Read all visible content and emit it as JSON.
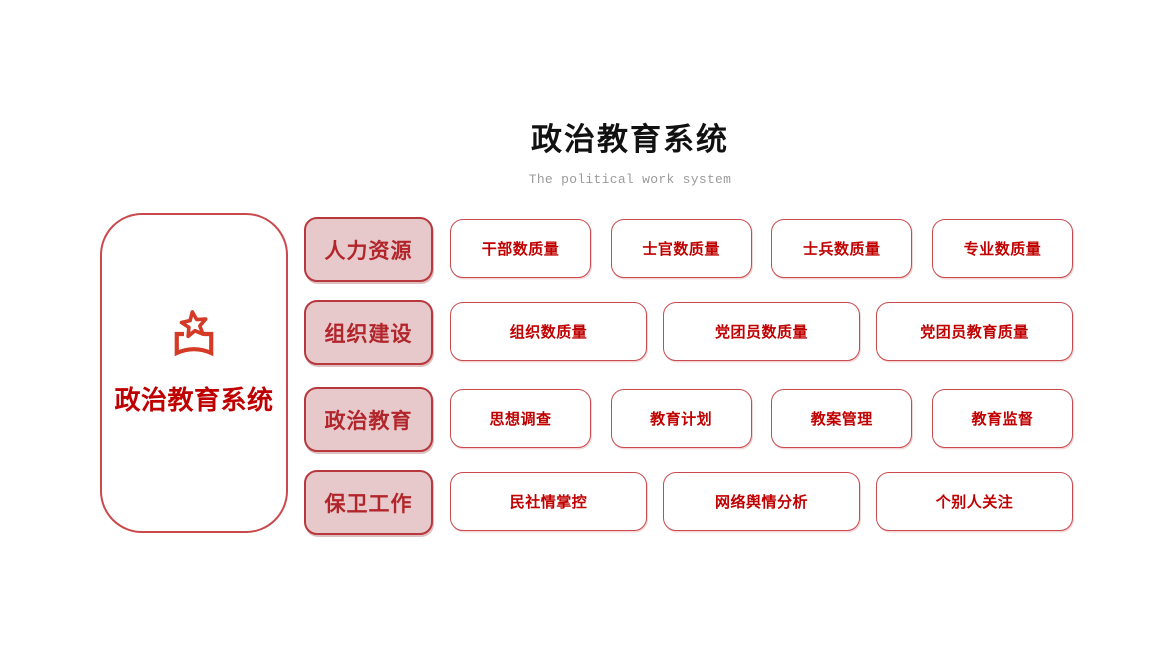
{
  "header": {
    "title": "政治教育系统",
    "subtitle": "The political work system"
  },
  "root": {
    "label": "政治教育系统",
    "icon": "star-emblem-icon"
  },
  "rows": [
    {
      "category": "人力资源",
      "items": [
        "干部数质量",
        "士官数质量",
        "士兵数质量",
        "专业数质量"
      ]
    },
    {
      "category": "组织建设",
      "items": [
        "组织数质量",
        "党团员数质量",
        "党团员教育质量"
      ]
    },
    {
      "category": "政治教育",
      "items": [
        "思想调查",
        "教育计划",
        "教案管理",
        "教育监督"
      ]
    },
    {
      "category": "保卫工作",
      "items": [
        "民社情掌控",
        "网络舆情分析",
        "个别人关注"
      ]
    }
  ],
  "colors": {
    "item_text_red": "#c00000",
    "category_text_red": "#b2252b",
    "category_fill_pink": "#e7c9cb",
    "border_red": "#c9494d",
    "icon_red": "#d43a26",
    "title_color": "#111111",
    "subtitle_gray": "#9b9b9b",
    "background": "#ffffff"
  }
}
